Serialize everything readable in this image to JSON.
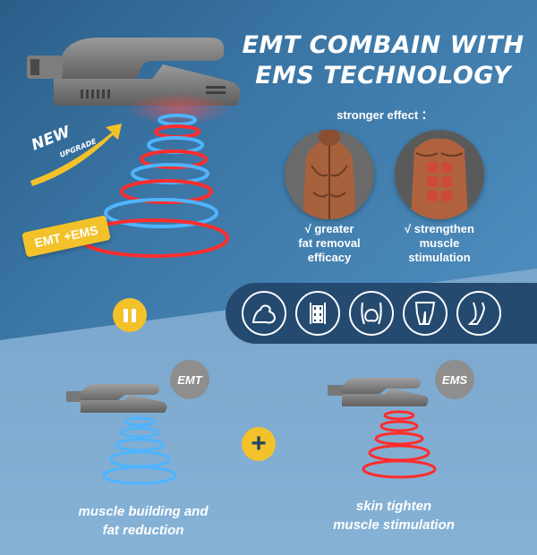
{
  "headline": {
    "line1": "EMT COMBAIN WITH",
    "line2": "EMS TECHNOLOGY"
  },
  "effect_label": "stronger effect ：",
  "benefits": [
    {
      "line1": "√ greater",
      "line2": "fat removal",
      "line3": "efficacy"
    },
    {
      "line1": "√ strengthen",
      "line2": "muscle",
      "line3": "stimulation"
    }
  ],
  "badges": {
    "new": "NEW",
    "upgrade": "UPGRADE",
    "emt_ems": "EMT +EMS",
    "emt": "EMT",
    "ems": "EMS",
    "plus": "+"
  },
  "captions": {
    "emt": {
      "line1": "muscle building and",
      "line2": "fat reduction"
    },
    "ems": {
      "line1": "skin tighten",
      "line2": "muscle stimulation"
    }
  },
  "icons": [
    "arm-muscle-icon",
    "abs-icon",
    "buttocks-icon",
    "legs-icon",
    "calf-icon"
  ],
  "colors": {
    "accent_yellow": "#f3c22a",
    "strip_dark": "#254a6f",
    "ring_red": "#ff2d2d",
    "ring_blue": "#4fb4ff"
  }
}
